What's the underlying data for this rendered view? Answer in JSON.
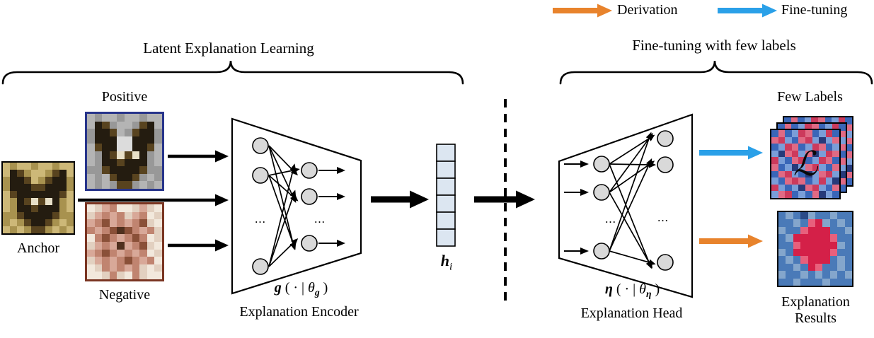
{
  "legend": {
    "derivation_label": "Derivation",
    "finetuning_label": "Fine-tuning"
  },
  "sections": {
    "left_title": "Latent Explanation Learning",
    "right_title": "Fine-tuning with few labels"
  },
  "inputs": {
    "positive_label": "Positive",
    "anchor_label": "Anchor",
    "negative_label": "Negative"
  },
  "encoder": {
    "formula_func": "g",
    "formula_mid": " ( · | ",
    "formula_theta": "θ",
    "formula_sub": "g",
    "formula_close": " )",
    "label": "Explanation Encoder"
  },
  "latent_vector": {
    "symbol": "h",
    "subscript": "i",
    "cells": 6
  },
  "head": {
    "formula_func": "η",
    "formula_mid": " ( · | ",
    "formula_theta": "θ",
    "formula_sub": "η",
    "formula_close": " )",
    "label": "Explanation Head"
  },
  "outputs": {
    "few_labels_label": "Few Labels",
    "loss_symbol": "ℒ",
    "results_label": "Explanation Results"
  },
  "dots": "...",
  "colors": {
    "derivation_orange": "#E8832C",
    "finetuning_blue": "#2AA0E8",
    "vector_cell_fill": "#DCE6F1",
    "node_fill": "#D9D9D9",
    "positive_border": "#27348B",
    "negative_border": "#7A3522"
  }
}
